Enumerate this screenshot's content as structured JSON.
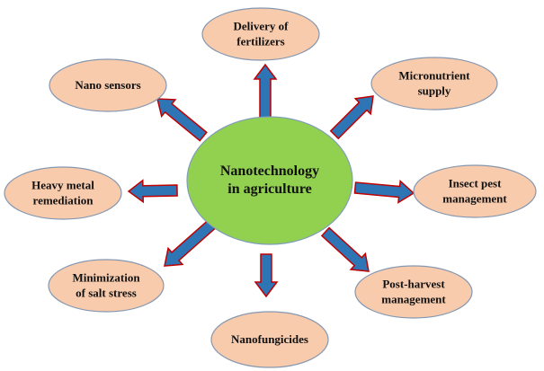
{
  "center": {
    "lines": [
      "Nanotechnology",
      "in agriculture"
    ]
  },
  "nodes": [
    {
      "id": "delivery-of-fertilizers",
      "lines": [
        "Delivery of",
        "fertilizers"
      ]
    },
    {
      "id": "micronutrient-supply",
      "lines": [
        "Micronutrient",
        "supply"
      ]
    },
    {
      "id": "insect-pest-management",
      "lines": [
        "Insect pest",
        "management"
      ]
    },
    {
      "id": "post-harvest-management",
      "lines": [
        "Post-harvest",
        "management"
      ]
    },
    {
      "id": "nanofungicides",
      "lines": [
        "Nanofungicides"
      ]
    },
    {
      "id": "minimization-of-salt-stress",
      "lines": [
        "Minimization",
        "of salt stress"
      ]
    },
    {
      "id": "heavy-metal-remediation",
      "lines": [
        "Heavy metal",
        "remediation"
      ]
    },
    {
      "id": "nano-sensors",
      "lines": [
        "Nano sensors"
      ]
    }
  ],
  "colors": {
    "center_fill": "#92d050",
    "node_fill": "#f8cbad",
    "node_stroke": "#8497b0",
    "arrow_fill": "#2e75b6",
    "arrow_stroke": "#c00000"
  }
}
